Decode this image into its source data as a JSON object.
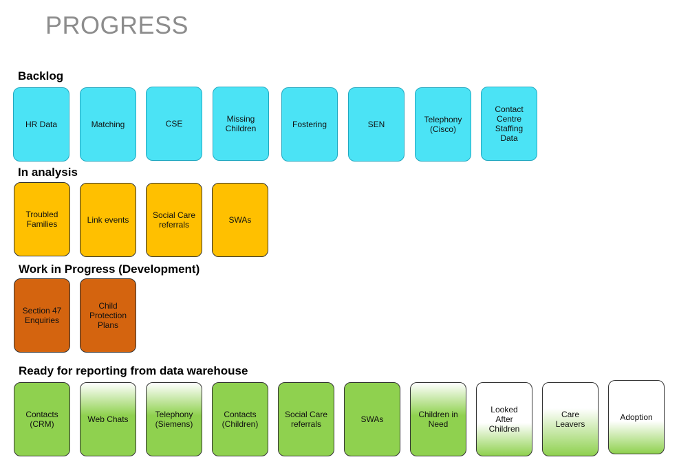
{
  "page": {
    "title": "PROGRESS"
  },
  "sections": {
    "backlog": {
      "heading": "Backlog",
      "items": [
        "HR Data",
        "Matching",
        "CSE",
        "Missing\nChildren",
        "Fostering",
        "SEN",
        "Telephony\n(Cisco)",
        "Contact\nCentre\nStaffing\nData"
      ]
    },
    "analysis": {
      "heading": "In analysis",
      "items": [
        "Troubled\nFamilies",
        "Link events",
        "Social Care\nreferrals",
        "SWAs"
      ]
    },
    "wip": {
      "heading": "Work in Progress (Development)",
      "items": [
        "Section 47\nEnquiries",
        "Child\nProtection\nPlans"
      ]
    },
    "ready": {
      "heading": "Ready for reporting from data warehouse",
      "items": [
        "Contacts\n(CRM)",
        "Web Chats",
        "Telephony\n(Siemens)",
        "Contacts\n(Children)",
        "Social Care\nreferrals",
        "SWAs",
        "Children in\nNeed",
        "Looked\nAfter\nChildren",
        "Care\nLeavers",
        "Adoption"
      ]
    }
  },
  "colors": {
    "backlog": "#4be3f5",
    "analysis": "#ffc000",
    "wip": "#d4640f",
    "ready": "#8fd14f",
    "title": "#8c8c8c"
  }
}
